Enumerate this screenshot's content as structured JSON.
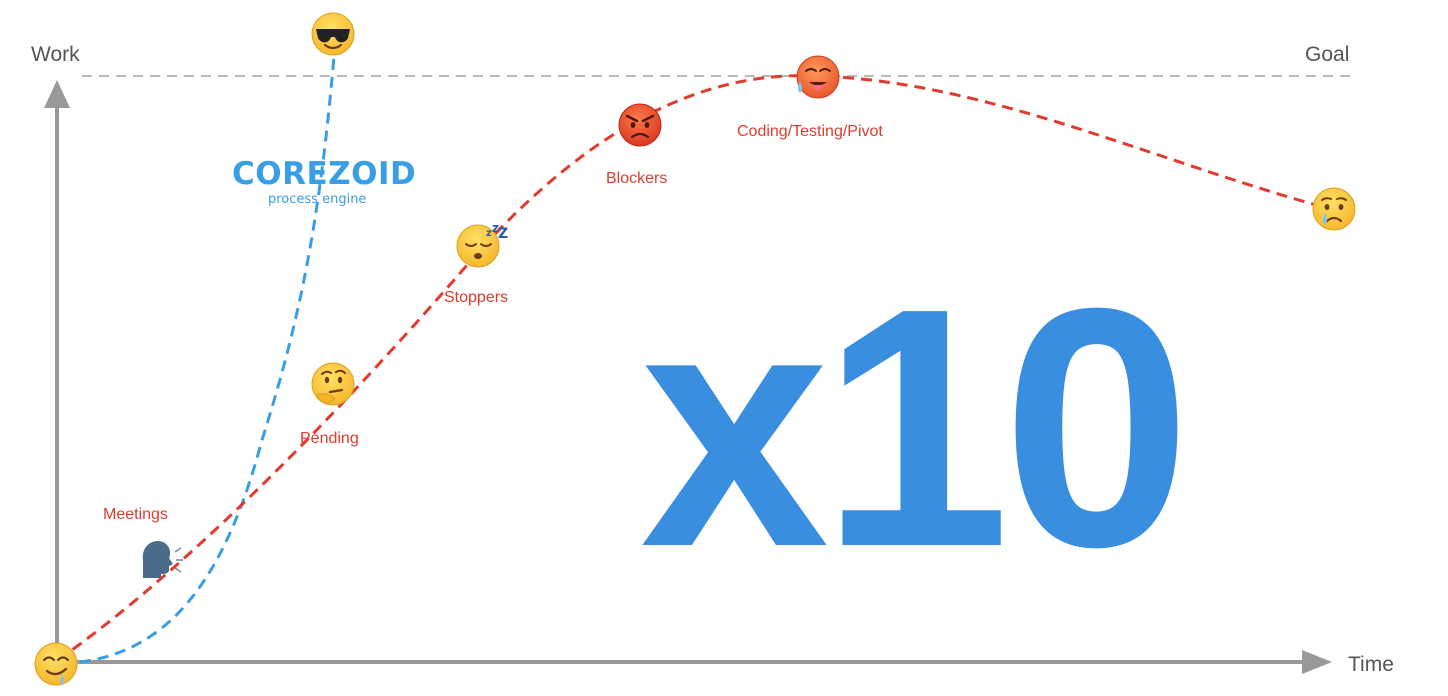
{
  "axes": {
    "y_label": "Work",
    "x_label": "Time",
    "goal_label": "Goal"
  },
  "stages": [
    {
      "id": "meetings",
      "label": "Meetings",
      "icon": "speaking-head-icon"
    },
    {
      "id": "pending",
      "label": "Pending",
      "icon": "thinking-face-icon"
    },
    {
      "id": "stoppers",
      "label": "Stoppers",
      "icon": "sleeping-face-icon"
    },
    {
      "id": "blockers",
      "label": "Blockers",
      "icon": "angry-face-icon"
    },
    {
      "id": "coding",
      "label": "Coding/Testing/Pivot",
      "icon": "hot-face-icon"
    },
    {
      "id": "end",
      "label": "",
      "icon": "crying-face-icon"
    }
  ],
  "start_icon": "drooling-face-icon",
  "corezoid_top_icon": "sunglasses-face-icon",
  "logo": {
    "name": "COREZOID",
    "tagline": "process engine"
  },
  "headline": "x10",
  "colors": {
    "traditional_curve": "#e23a2e",
    "corezoid_curve": "#3a9ee4",
    "axis": "#999999",
    "goal_line": "#bbbbbb",
    "headline": "#3a8ee0",
    "emoji_yellow": "#ffcc33"
  }
}
